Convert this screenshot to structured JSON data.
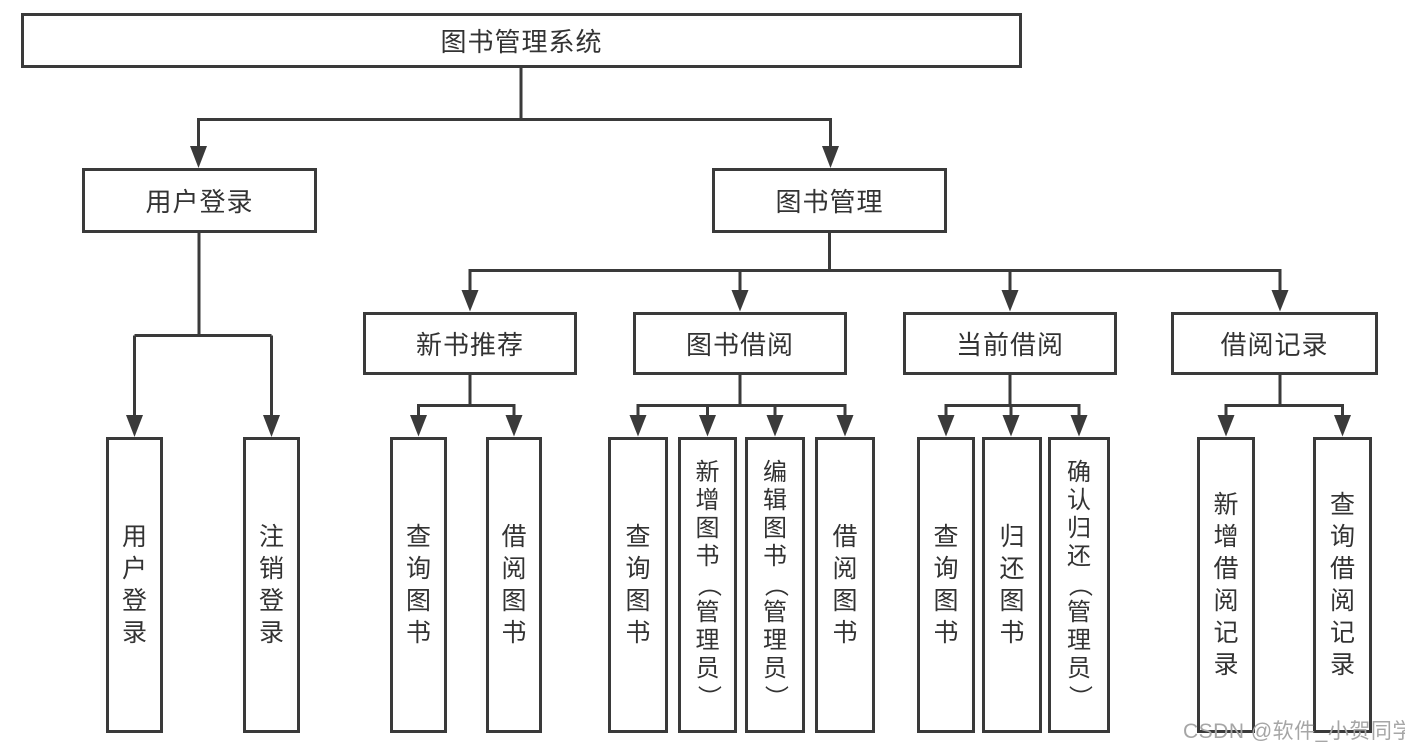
{
  "diagram": {
    "type": "hierarchy-tree",
    "root": {
      "label": "图书管理系统",
      "children": [
        {
          "label": "用户登录",
          "children": [
            {
              "label": "用户登录"
            },
            {
              "label": "注销登录"
            }
          ]
        },
        {
          "label": "图书管理",
          "children": [
            {
              "label": "新书推荐",
              "children": [
                {
                  "label": "查询图书"
                },
                {
                  "label": "借阅图书"
                }
              ]
            },
            {
              "label": "图书借阅",
              "children": [
                {
                  "label": "查询图书"
                },
                {
                  "label": "新增图书（管理员）"
                },
                {
                  "label": "编辑图书（管理员）"
                },
                {
                  "label": "借阅图书"
                }
              ]
            },
            {
              "label": "当前借阅",
              "children": [
                {
                  "label": "查询图书"
                },
                {
                  "label": "归还图书"
                },
                {
                  "label": "确认归还（管理员）"
                }
              ]
            },
            {
              "label": "借阅记录",
              "children": [
                {
                  "label": "新增借阅记录"
                },
                {
                  "label": "查询借阅记录"
                }
              ]
            }
          ]
        }
      ]
    }
  },
  "watermark": {
    "text": "CSDN @软件_小贺同学"
  },
  "colors": {
    "line": "#3a3a3a",
    "node_border": "#3a3a3a",
    "node_text": "#333333",
    "background": "#ffffff",
    "watermark": "#a6a6a6"
  }
}
